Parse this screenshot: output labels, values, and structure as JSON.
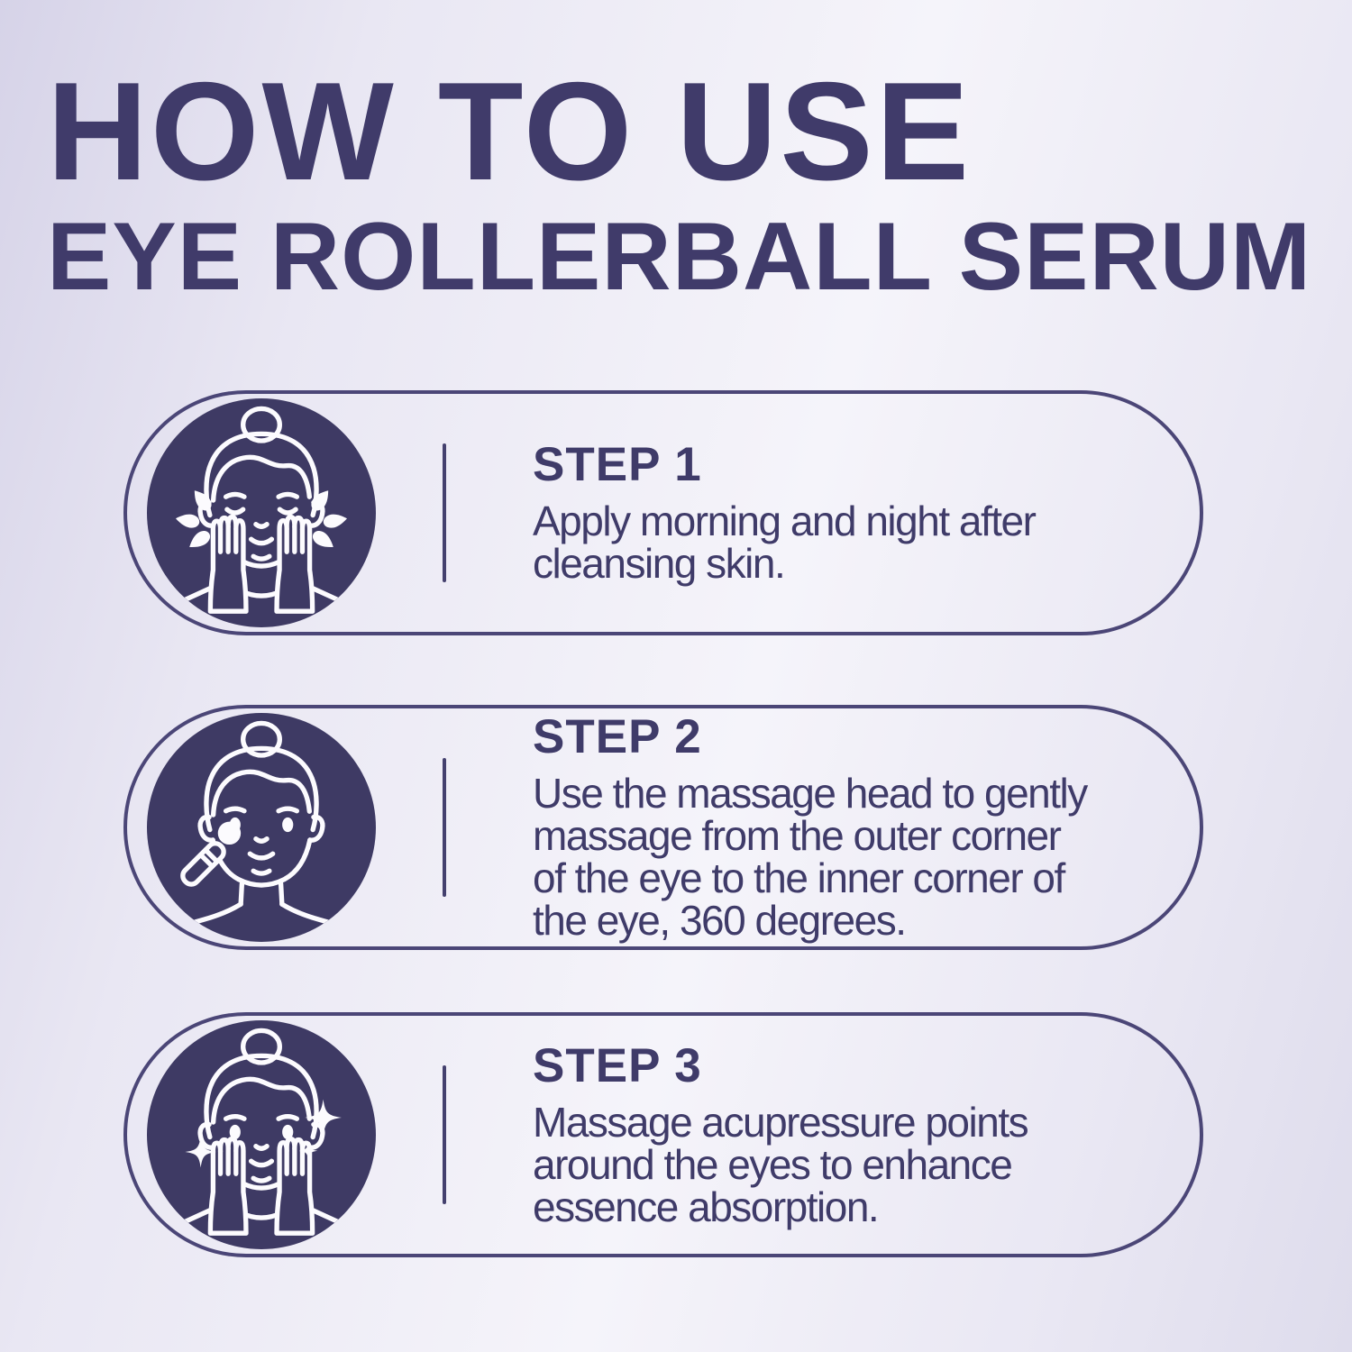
{
  "header": {
    "line1": "HOW TO USE",
    "line2": "EYE ROLLERBALL SERUM"
  },
  "steps": [
    {
      "label": "STEP 1",
      "description": "Apply morning and night after\ncleansing skin.",
      "icon": "cleanse-face-icon"
    },
    {
      "label": "STEP 2",
      "description": "Use the massage head to gently\nmassage from the outer corner\nof the eye to the inner corner of\nthe eye, 360 degrees.",
      "icon": "rollerball-massage-icon"
    },
    {
      "label": "STEP 3",
      "description": "Massage acupressure points\naround the eyes to enhance\nessence absorption.",
      "icon": "sparkle-face-icon"
    }
  ],
  "colors": {
    "text": "#3f3b69",
    "card_border": "#4b4677",
    "icon_circle": "#3e3a64",
    "icon_lines": "#fcfbfe",
    "background_light": "#f5f4fa",
    "background_dark": "#d6d3e8"
  }
}
